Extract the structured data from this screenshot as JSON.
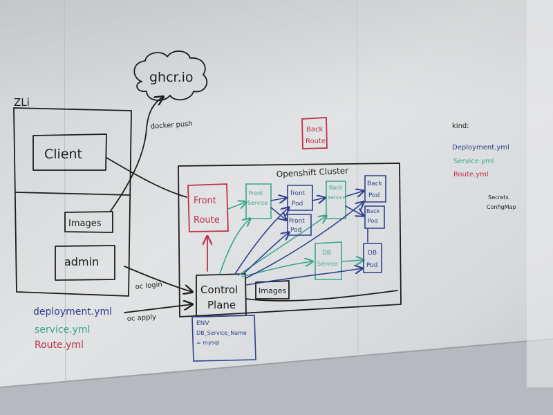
{
  "colors": {
    "black": "#1c1c1c",
    "red": "#c0304a",
    "green": "#3aa58a",
    "blue": "#2c3f8f",
    "board": "#d9dcdf"
  },
  "labels": {
    "ghcr": "ghcr.io",
    "zli": "ZLi",
    "client": "Client",
    "images_left": "Images",
    "admin": "admin",
    "docker_push": "docker push",
    "oc_login": "oc login",
    "oc_apply": "oc apply",
    "back_route_1": "Back",
    "back_route_2": "Route",
    "cluster_title": "Openshift  Cluster",
    "front_route_1": "Front",
    "front_route_2": "Route",
    "front_service_1": "Front",
    "front_service_2": "Service",
    "front_pod1_1": "front",
    "front_pod1_2": "Pod",
    "front_pod2_1": "Front",
    "front_pod2_2": "Pod",
    "back_service_1": "Back",
    "back_service_2": "Service",
    "back_pod1_1": "Back",
    "back_pod1_2": "Pod",
    "back_pod2_1": "Back",
    "back_pod2_2": "Pod",
    "db_service_1": "DB",
    "db_service_2": "Service",
    "db_pod_1": "DB",
    "db_pod_2": "Pod",
    "control_plane_1": "Control",
    "control_plane_2": "Plane",
    "images_cluster": "Images",
    "env_1": "ENV",
    "env_2": "DB_Service_Name",
    "env_3": "= mysql",
    "deployment_yml": "deployment.yml",
    "service_yml": "service.yml",
    "route_yml": "Route.yml",
    "kind": "kind:",
    "kind_deployment": "Deployment.yml",
    "kind_service": "Service.yml",
    "kind_route": "Route.yml",
    "secrets": "Secrets",
    "configmap": "ConfigMap"
  }
}
